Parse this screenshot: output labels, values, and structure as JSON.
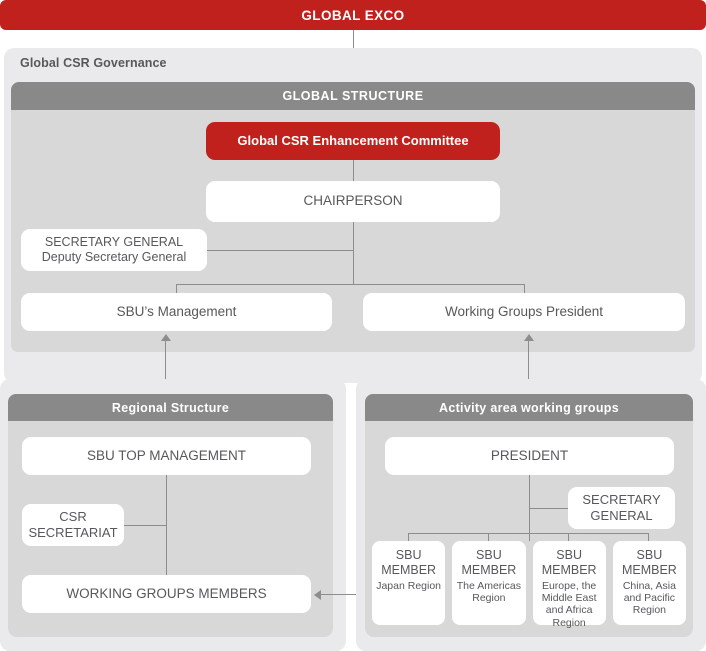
{
  "colors": {
    "accent_red": "#c1211c",
    "header_grey": "#898989",
    "panel_grey": "#d8d8d8",
    "wrapper_grey": "#eaeaec",
    "line_grey": "#8d8d8d",
    "text_grey": "#58585b"
  },
  "top": {
    "exco_label": "GLOBAL EXCO"
  },
  "governance": {
    "label": "Global CSR Governance",
    "structure_header": "GLOBAL STRUCTURE",
    "nodes": {
      "committee": "Global CSR Enhancement Committee",
      "chairperson": "CHAIRPERSON",
      "secretary_general_line1": "SECRETARY GENERAL",
      "secretary_general_line2": "Deputy Secretary General",
      "sbu_management": "SBU’s Management",
      "working_groups_president": "Working Groups President"
    }
  },
  "regional": {
    "header": "Regional Structure",
    "nodes": {
      "sbu_top_management": "SBU TOP MANAGEMENT",
      "csr_secretariat_line1": "CSR",
      "csr_secretariat_line2": "SECRETARIAT",
      "working_groups_members": "WORKING GROUPS MEMBERS"
    }
  },
  "activity": {
    "header": "Activity area working groups",
    "nodes": {
      "president": "PRESIDENT",
      "secretary_general_line1": "SECRETARY",
      "secretary_general_line2": "GENERAL"
    },
    "sbu_members": [
      {
        "line1": "SBU",
        "line2": "MEMBER",
        "region": "Japan Region"
      },
      {
        "line1": "SBU",
        "line2": "MEMBER",
        "region": "The Americas Region"
      },
      {
        "line1": "SBU",
        "line2": "MEMBER",
        "region": "Europe, the Middle East and Africa Region"
      },
      {
        "line1": "SBU",
        "line2": "MEMBER",
        "region": "China, Asia and Pacific Region"
      }
    ]
  }
}
